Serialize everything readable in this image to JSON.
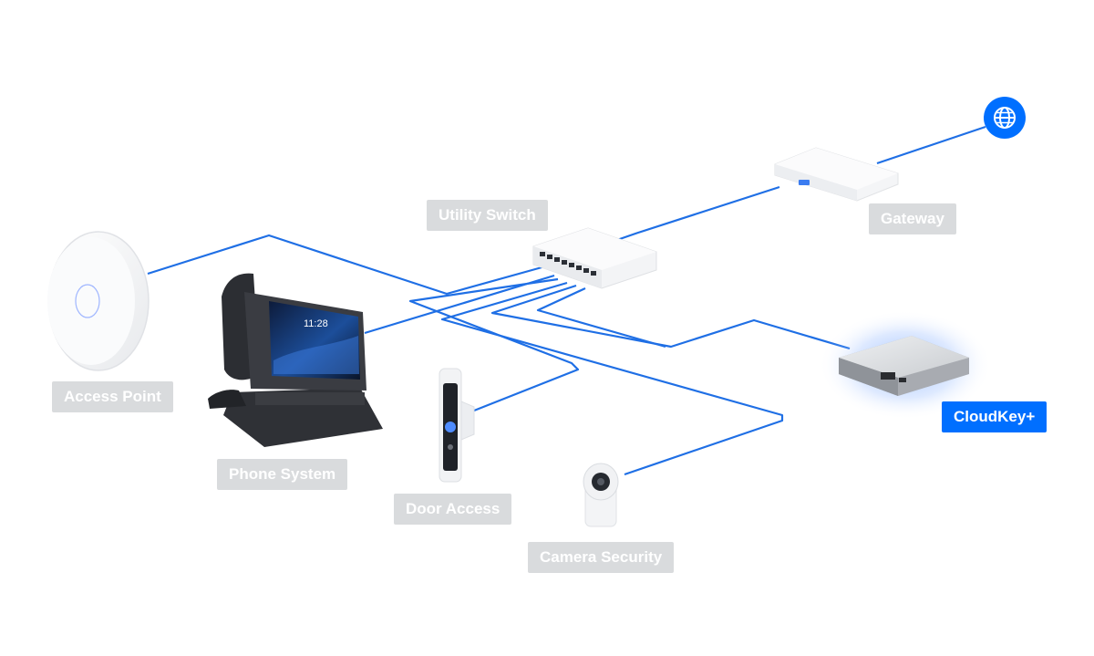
{
  "colors": {
    "link": "#1f6fe5",
    "accent": "#006fff",
    "label_bg": "#d9dbdd",
    "label_text": "#ffffff"
  },
  "internet": {
    "icon": "globe-icon"
  },
  "devices": {
    "access_point": {
      "label": "Access Point"
    },
    "phone_system": {
      "label": "Phone System"
    },
    "utility_switch": {
      "label": "Utility Switch"
    },
    "gateway": {
      "label": "Gateway"
    },
    "cloudkey": {
      "label": "CloudKey+",
      "highlighted": true
    },
    "door_access": {
      "label": "Door Access"
    },
    "camera_security": {
      "label": "Camera Security"
    }
  }
}
